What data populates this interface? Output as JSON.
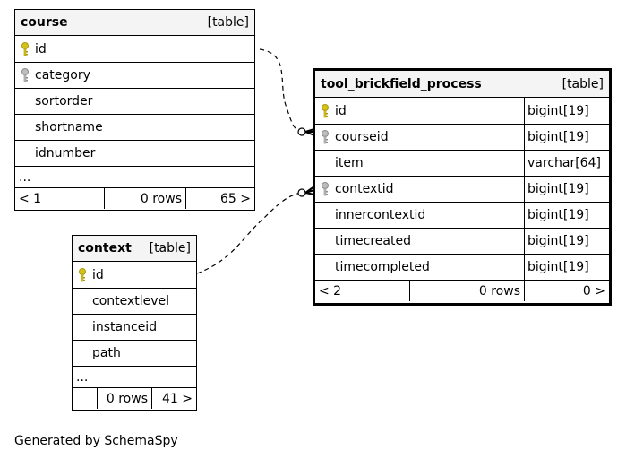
{
  "tables": {
    "course": {
      "name": "course",
      "kind": "[table]",
      "columns": [
        {
          "label": "id",
          "key": "primary"
        },
        {
          "label": "category",
          "key": "foreign"
        },
        {
          "label": "sortorder",
          "key": "none"
        },
        {
          "label": "shortname",
          "key": "none"
        },
        {
          "label": "idnumber",
          "key": "none"
        }
      ],
      "ellipsis": "...",
      "footer": [
        "< 1",
        "0 rows",
        "65 >"
      ]
    },
    "context": {
      "name": "context",
      "kind": "[table]",
      "columns": [
        {
          "label": "id",
          "key": "primary"
        },
        {
          "label": "contextlevel",
          "key": "none"
        },
        {
          "label": "instanceid",
          "key": "none"
        },
        {
          "label": "path",
          "key": "none"
        }
      ],
      "ellipsis": "...",
      "footer": [
        "",
        "0 rows",
        "41 >"
      ]
    },
    "tool_brickfield_process": {
      "name": "tool_brickfield_process",
      "kind": "[table]",
      "columns": [
        {
          "label": "id",
          "key": "primary",
          "type": "bigint[19]"
        },
        {
          "label": "courseid",
          "key": "foreign",
          "type": "bigint[19]"
        },
        {
          "label": "item",
          "key": "none",
          "type": "varchar[64]"
        },
        {
          "label": "contextid",
          "key": "foreign",
          "type": "bigint[19]"
        },
        {
          "label": "innercontextid",
          "key": "none",
          "type": "bigint[19]"
        },
        {
          "label": "timecreated",
          "key": "none",
          "type": "bigint[19]"
        },
        {
          "label": "timecompleted",
          "key": "none",
          "type": "bigint[19]"
        }
      ],
      "footer": [
        "< 2",
        "0 rows",
        "0 >"
      ]
    }
  },
  "relationships": [
    {
      "from": "tool_brickfield_process.courseid",
      "to": "course.id"
    },
    {
      "from": "tool_brickfield_process.contextid",
      "to": "context.id"
    }
  ],
  "colors": {
    "primary_key": "#d4c21a",
    "foreign_key": "#a8a8a8",
    "header_bg": "#f4f4f4"
  },
  "generated_by": "Generated by SchemaSpy"
}
